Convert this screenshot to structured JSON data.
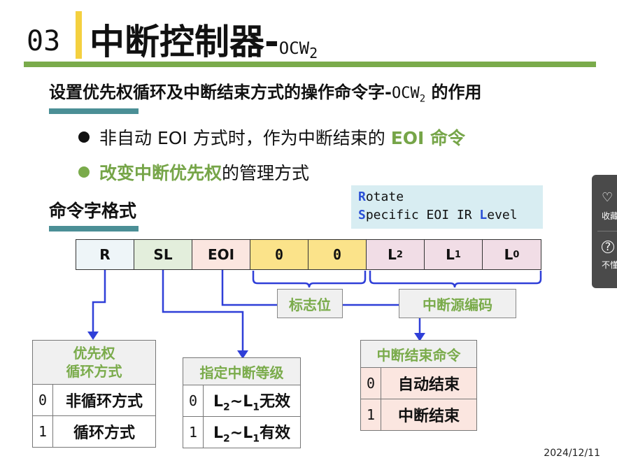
{
  "header": {
    "section_number": "03",
    "title": "中断控制器-",
    "title_suffix": "OCW",
    "title_suffix_sub": "2"
  },
  "subtitle": {
    "text_before": "设置优先权循环及中断结束方式的操作命令字-",
    "code": "OCW",
    "code_sub": "2",
    "text_after": " 的作用"
  },
  "bullets": [
    {
      "before": "非自动 EOI 方式时，作为中断结束的 ",
      "highlight": "EOI 命令",
      "after": ""
    },
    {
      "before": "",
      "highlight": "改变中断优先权",
      "after": "的管理方式"
    }
  ],
  "colors": {
    "accent_green": "#7aab4b",
    "accent_teal": "#4b8f96",
    "accent_yellow": "#f4d03f",
    "legend_blue": "#2a4fd6"
  },
  "format_label": "命令字格式",
  "legend": {
    "line1_hl": "R",
    "line1_rest": "otate",
    "line2_hl1": "S",
    "line2_mid": "pecific EOI IR ",
    "line2_hl2": "L",
    "line2_rest": "evel"
  },
  "register": {
    "bits": [
      {
        "label": "R",
        "sub": "",
        "color": "#eef5f8"
      },
      {
        "label": "SL",
        "sub": "",
        "color": "#e3eedc"
      },
      {
        "label": "EOI",
        "sub": "",
        "color": "#fbe6e0"
      },
      {
        "label": "0",
        "sub": "",
        "color": "#fbe38a"
      },
      {
        "label": "0",
        "sub": "",
        "color": "#fbe38a"
      },
      {
        "label": "L",
        "sub": "2",
        "color": "#f1dde6"
      },
      {
        "label": "L",
        "sub": "1",
        "color": "#f1dde6"
      },
      {
        "label": "L",
        "sub": "0",
        "color": "#f1dde6"
      }
    ],
    "flag_label": "标志位",
    "source_label": "中断源编码"
  },
  "tables": {
    "priority": {
      "header_line1": "优先权",
      "header_line2": "循环方式",
      "rows": [
        {
          "idx": "0",
          "text": "非循环方式"
        },
        {
          "idx": "1",
          "text": "循环方式"
        }
      ]
    },
    "level": {
      "header": "指定中断等级",
      "rows": [
        {
          "idx": "0",
          "a": "L",
          "a_sub": "2",
          "mid": "~L",
          "b_sub": "1",
          "rest": "无效"
        },
        {
          "idx": "1",
          "a": "L",
          "a_sub": "2",
          "mid": "~L",
          "b_sub": "1",
          "rest": "有效"
        }
      ]
    },
    "eoi": {
      "header": "中断结束命令",
      "rows": [
        {
          "idx": "0",
          "text": "自动结束"
        },
        {
          "idx": "1",
          "text": "中断结束"
        }
      ]
    }
  },
  "date": "2024/12/11",
  "side_panel": {
    "item1_icon": "♡",
    "item1_label": "收藏",
    "item2_icon": "?",
    "item2_label": "不懂"
  }
}
